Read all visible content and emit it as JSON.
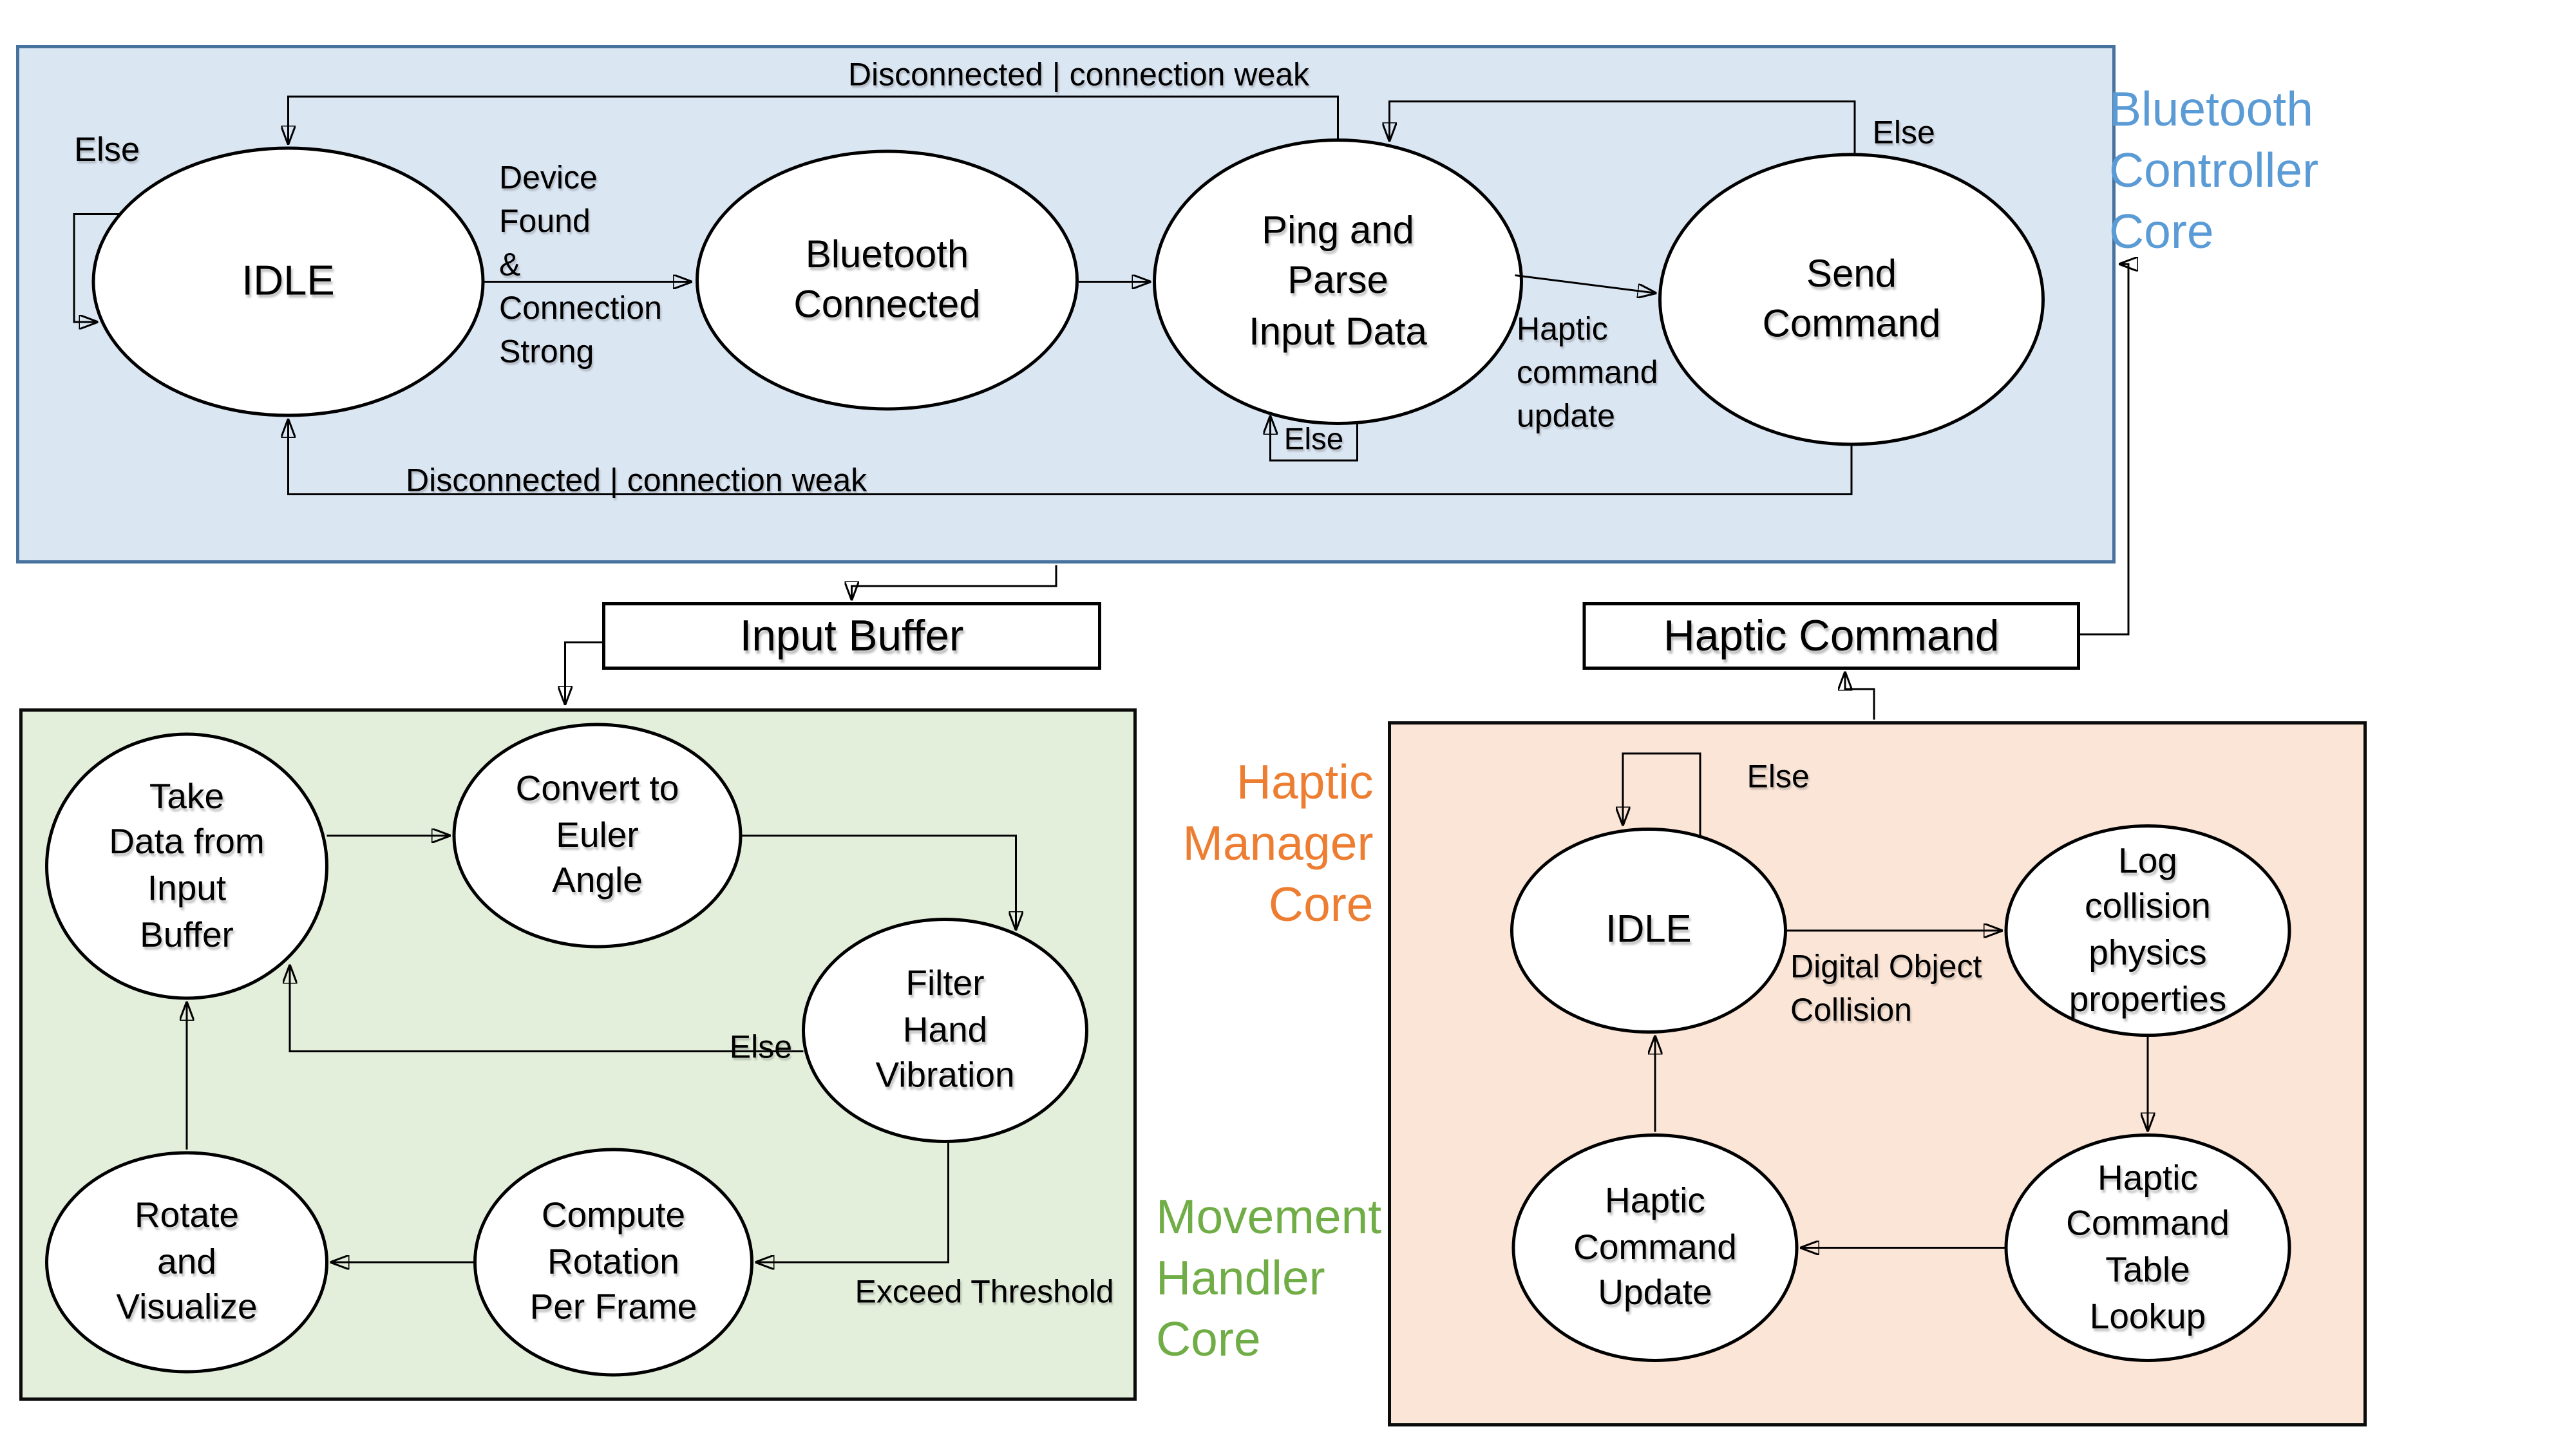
{
  "bluetooth_core": {
    "title": "Bluetooth\nController\nCore",
    "accent_color": "#5b9bd5",
    "region_fill": "#dbe6f3",
    "region_border": "#47729e",
    "states": {
      "idle": "IDLE",
      "connected": "Bluetooth\nConnected",
      "ping": "Ping and\nParse\nInput Data",
      "send": "Send\nCommand"
    },
    "labels": {
      "else_idle": "Else",
      "disconnected_top": "Disconnected | connection weak",
      "device_found": "Device\nFound\n&\nConnection\nStrong",
      "else_ping": "Else",
      "haptic_command_update": "Haptic\ncommand\nupdate",
      "else_send": "Else",
      "disconnected_bottom": "Disconnected | connection weak"
    }
  },
  "movement_core": {
    "title": "Movement\nHandler\nCore",
    "accent_color": "#70ad47",
    "region_fill": "#e3efdb",
    "states": {
      "take_data": "Take\nData from\nInput\nBuffer",
      "convert": "Convert to\nEuler\nAngle",
      "filter": "Filter\nHand\nVibration",
      "rotate": "Rotate\nand\nVisualize",
      "compute": "Compute\nRotation\nPer Frame"
    },
    "labels": {
      "else": "Else",
      "exceed_threshold": "Exceed Threshold"
    }
  },
  "haptic_core": {
    "title": "Haptic\nManager\nCore",
    "accent_color": "#ed7d31",
    "region_fill": "#fbe5d7",
    "states": {
      "idle": "IDLE",
      "log_collision": "Log\ncollision\nphysics\nproperties",
      "table_lookup": "Haptic\nCommand\nTable\nLookup",
      "command_update": "Haptic\nCommand\nUpdate"
    },
    "labels": {
      "else": "Else",
      "digital_object_collision": "Digital Object\nCollision"
    }
  },
  "buffers": {
    "input_buffer": "Input Buffer",
    "haptic_command": "Haptic Command"
  }
}
